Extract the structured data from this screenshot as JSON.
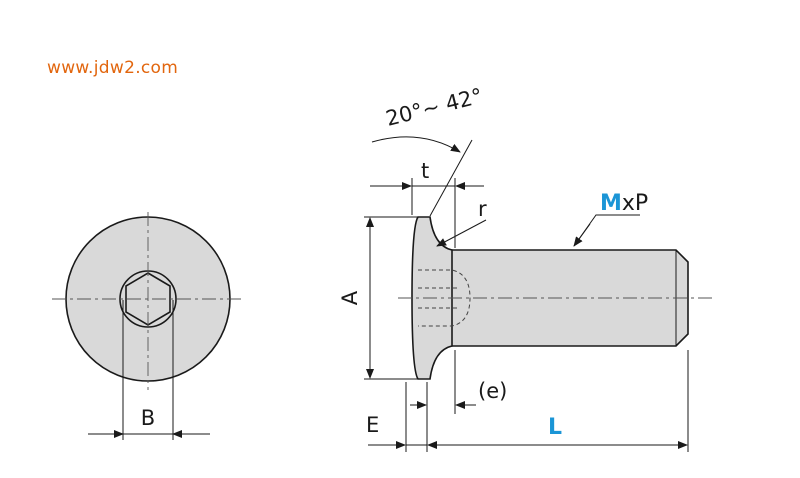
{
  "watermark": "www.jdw2.com",
  "labels": {
    "angle": "20°~ 42°",
    "t": "t",
    "r": "r",
    "thread_m": "M",
    "thread_rest": "xP",
    "A": "A",
    "B": "B",
    "E": "E",
    "e": "(e)",
    "L": "L"
  },
  "colors": {
    "watermark": "#e2660e",
    "accent_blue": "#1b95d6",
    "part_fill": "#d9d9d9",
    "line": "#1a1a1a"
  }
}
